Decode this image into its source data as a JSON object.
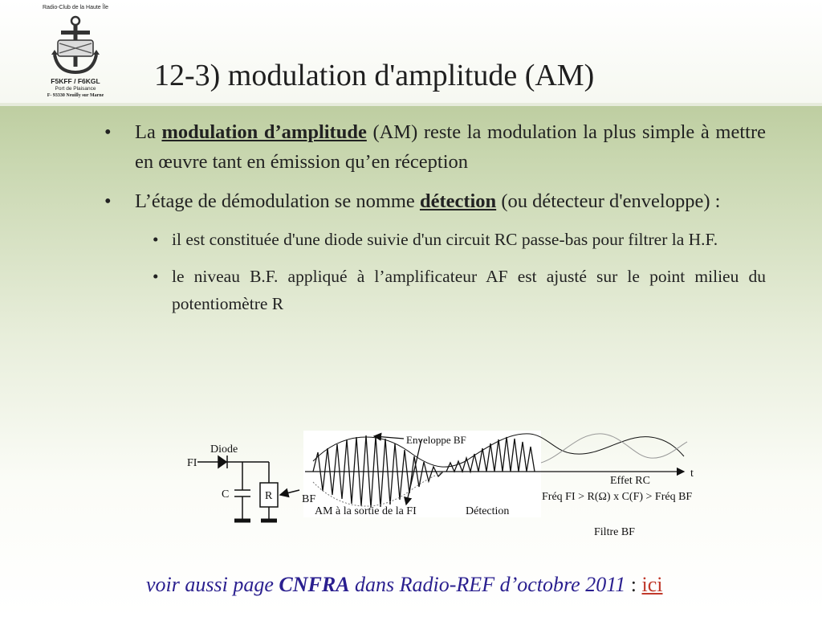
{
  "logo": {
    "club": "Radio-Club de la Haute Île",
    "callsign": "F5KFF / F6KGL",
    "port": "Port de Plaisance",
    "address": "F- 93330 Neuilly sur Marne"
  },
  "title": "12-3) modulation d'amplitude (AM)",
  "bullets": [
    {
      "pre": "La ",
      "strong": "modulation d’amplitude",
      "post": " (AM) reste la modulation la plus simple à mettre en œuvre tant en émission qu’en réception"
    },
    {
      "pre": "L’étage de démodulation se nomme ",
      "strong": "détection",
      "post": " (ou détecteur d'enveloppe) :"
    }
  ],
  "sub_bullets": [
    "il est constituée d'une diode suivie d'un circuit RC passe-bas pour filtrer la H.F.",
    "le niveau B.F. appliqué à l’amplificateur AF est ajusté sur le point milieu du potentiomètre R"
  ],
  "bullet_glyph": "•",
  "diagram": {
    "diode": "Diode",
    "fi": "FI",
    "c": "C",
    "r": "R",
    "bf": "BF",
    "envelope": "Enveloppe BF",
    "t_axis": "t",
    "effet_rc": "Effet RC",
    "freq": "Fréq FI > R(Ω) x C(F) > Fréq BF",
    "am_out": "AM à la sortie de la FI",
    "detection": "Détection",
    "filtre": "Filtre BF"
  },
  "footer": {
    "a": "voir aussi page ",
    "cnfra": "CNFRA",
    "b": " dans Radio-REF d’octobre 2011",
    "colon": " : ",
    "link": "ici"
  },
  "colors": {
    "header_green": "#a9bc84",
    "footer_blue": "#2a1f8f",
    "link_red": "#c0392b"
  }
}
